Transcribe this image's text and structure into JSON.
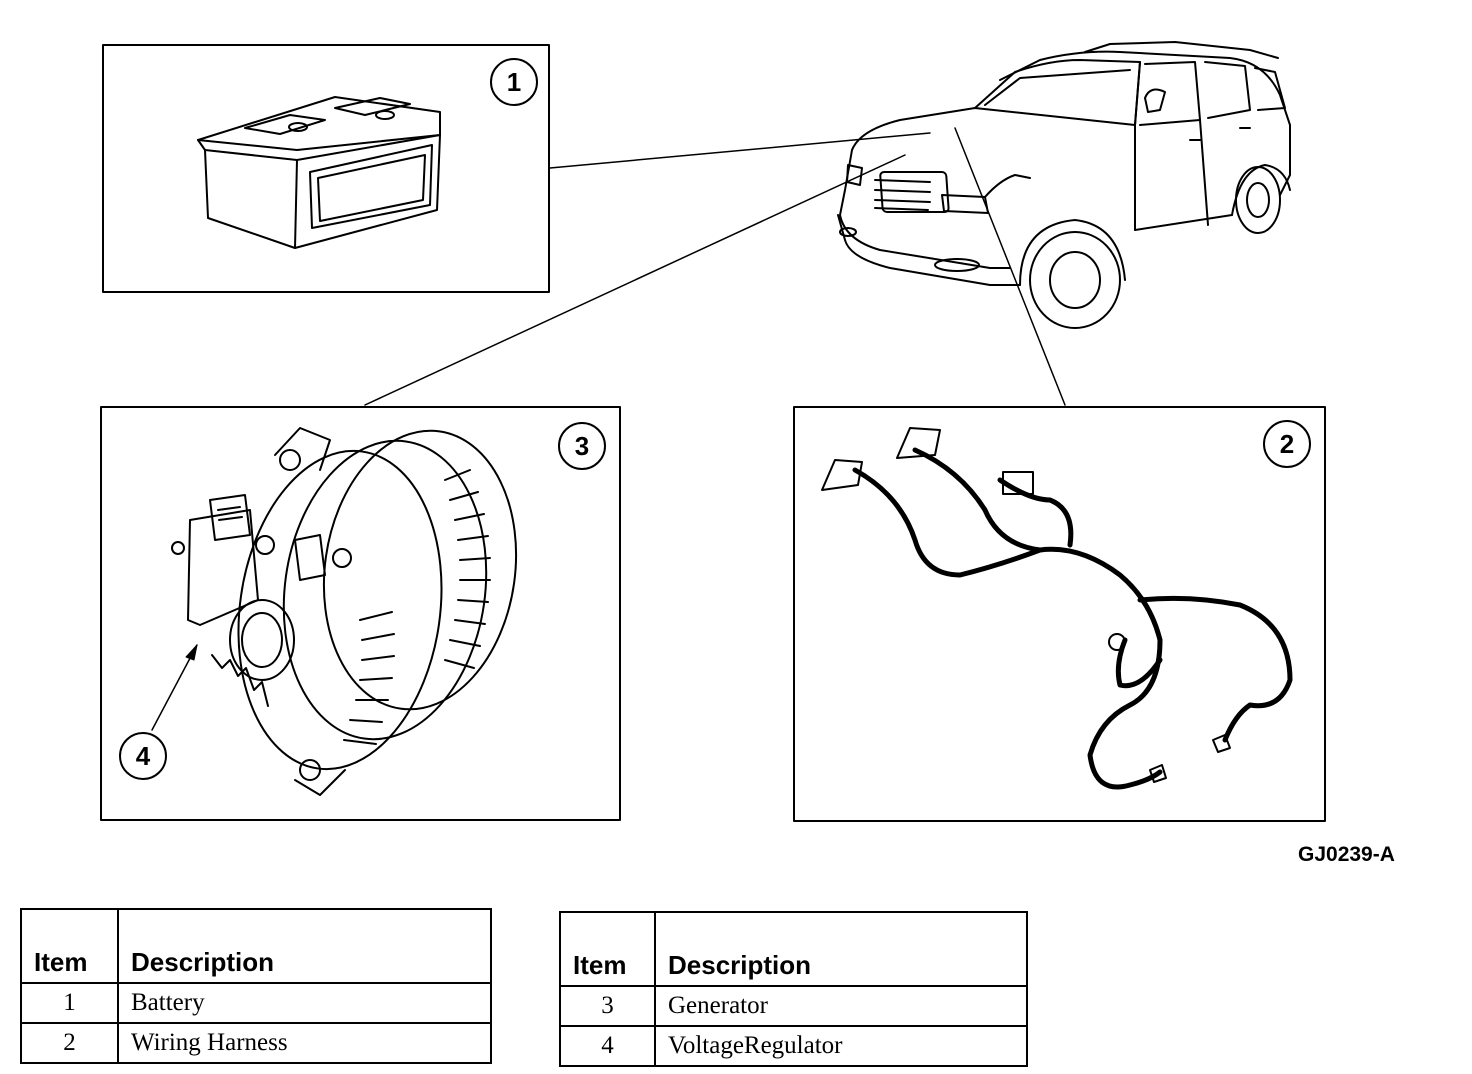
{
  "figure": {
    "code": "GJ0239-A",
    "callouts": {
      "battery": "1",
      "wiring_harness": "2",
      "generator": "3",
      "voltage_regulator": "4"
    }
  },
  "legend_tables": [
    {
      "headers": {
        "item": "Item",
        "description": "Description"
      },
      "rows": [
        {
          "item": "1",
          "description": "Battery"
        },
        {
          "item": "2",
          "description": "Wiring Harness"
        }
      ]
    },
    {
      "headers": {
        "item": "Item",
        "description": "Description"
      },
      "rows": [
        {
          "item": "3",
          "description": "Generator"
        },
        {
          "item": "4",
          "description": "VoltageRegulator"
        }
      ]
    }
  ],
  "colors": {
    "ink": "#000000",
    "paper": "#ffffff"
  }
}
